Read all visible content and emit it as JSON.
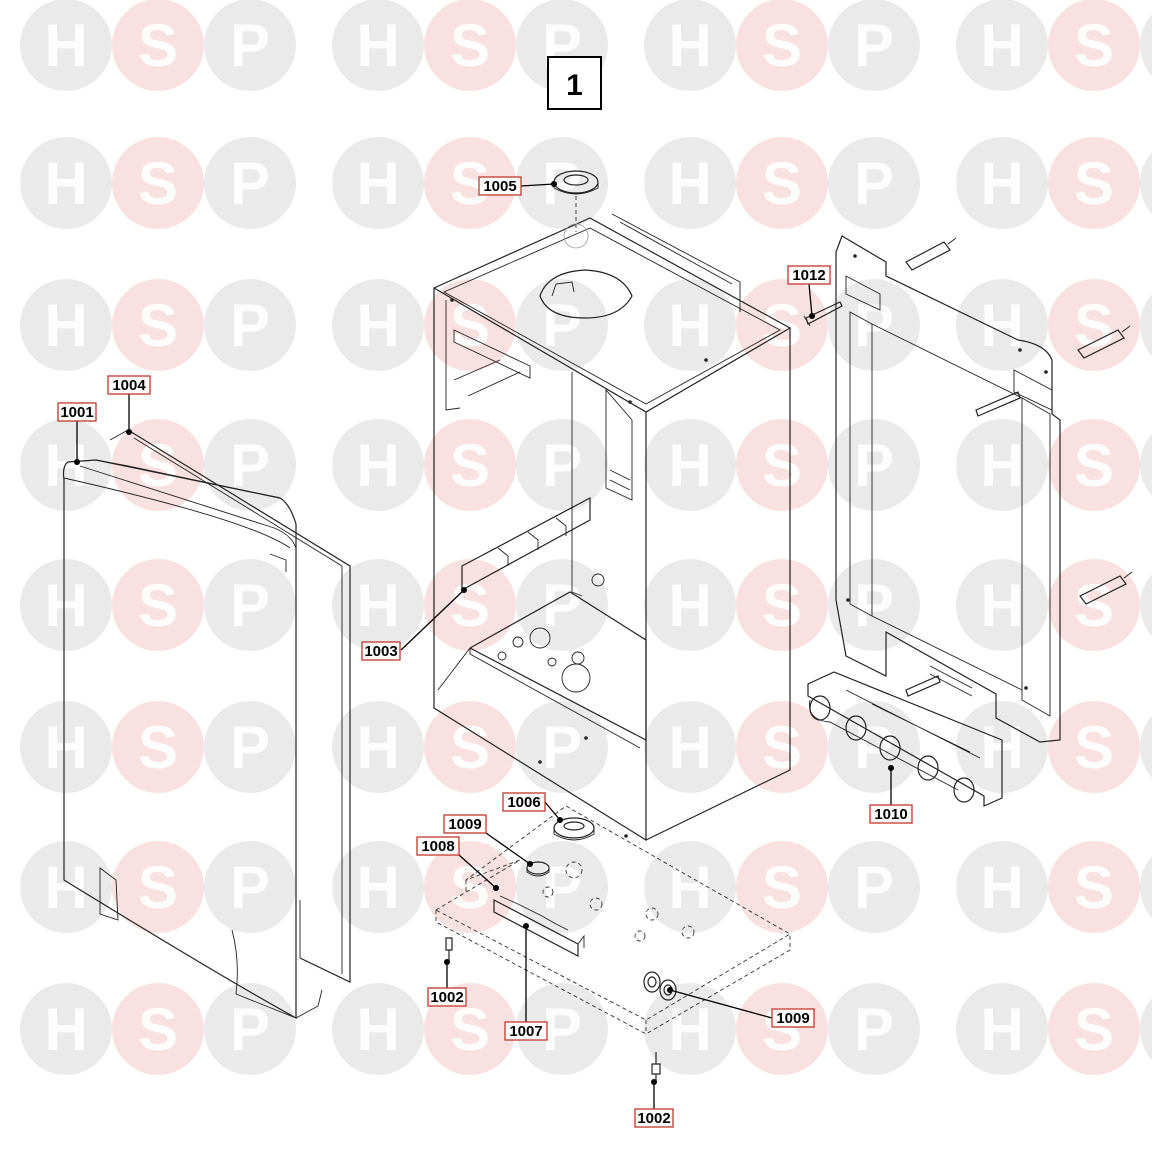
{
  "diagram": {
    "section_number": "1",
    "watermark": {
      "letters": [
        "H",
        "S",
        "P"
      ]
    },
    "callouts": [
      {
        "id": "c1001",
        "label": "1001"
      },
      {
        "id": "c1002a",
        "label": "1002"
      },
      {
        "id": "c1002b",
        "label": "1002"
      },
      {
        "id": "c1003",
        "label": "1003"
      },
      {
        "id": "c1004",
        "label": "1004"
      },
      {
        "id": "c1005",
        "label": "1005"
      },
      {
        "id": "c1006",
        "label": "1006"
      },
      {
        "id": "c1007",
        "label": "1007"
      },
      {
        "id": "c1008",
        "label": "1008"
      },
      {
        "id": "c1009a",
        "label": "1009"
      },
      {
        "id": "c1009b",
        "label": "1009"
      },
      {
        "id": "c1010",
        "label": "1010"
      },
      {
        "id": "c1012",
        "label": "1012"
      }
    ],
    "colors": {
      "watermark_grey": "#d9d9d9",
      "watermark_pink": "#f2c9c6",
      "label_border": "#c0392b",
      "line": "#222222"
    }
  }
}
